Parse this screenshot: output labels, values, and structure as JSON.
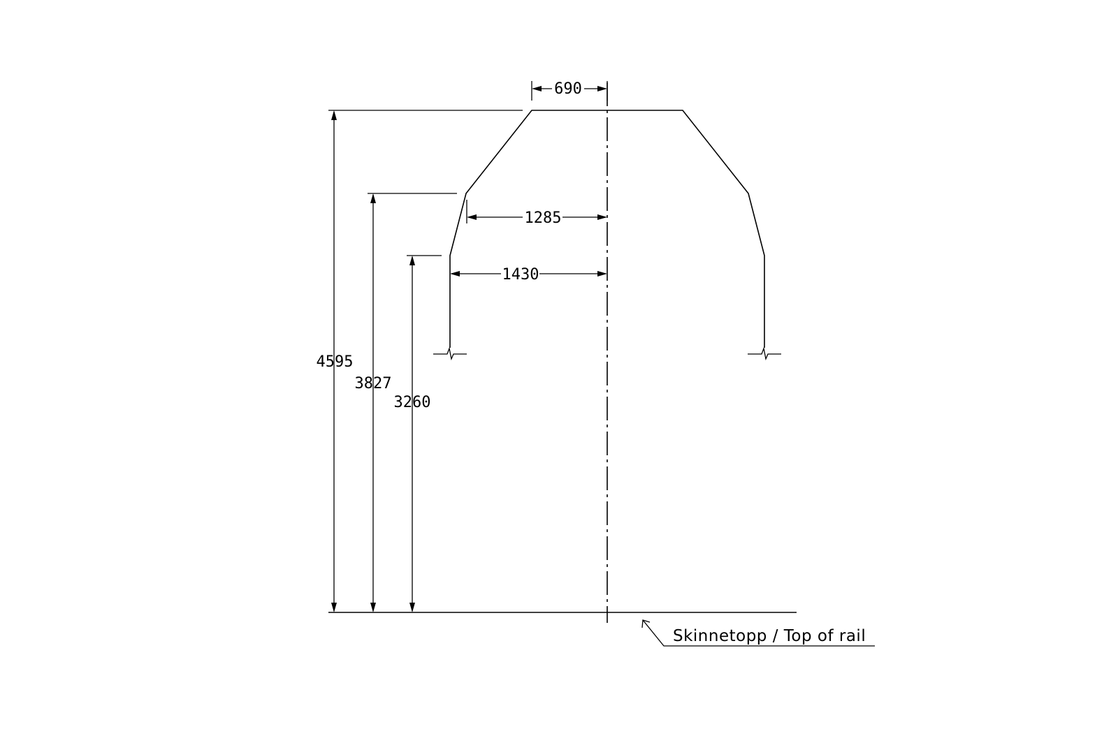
{
  "diagram": {
    "dimensions": {
      "top_width": "690",
      "upper_half_width": "1285",
      "lower_half_width": "1430",
      "total_height": "4595",
      "upper_corner_height": "3827",
      "lower_corner_height": "3260"
    },
    "reference_label": "Skinnetopp / Top of rail"
  }
}
